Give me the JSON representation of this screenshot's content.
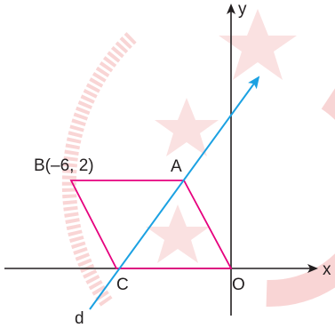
{
  "diagram": {
    "axes": {
      "x_label": "x",
      "y_label": "y"
    },
    "points": {
      "B": "B(–6, 2)",
      "A": "A",
      "C": "C",
      "O": "O"
    },
    "line_label": "d",
    "colors": {
      "axes": "#231f20",
      "parallelogram": "#e6007e",
      "line": "#1ba1e2",
      "watermark": "#f7c9c9"
    }
  }
}
